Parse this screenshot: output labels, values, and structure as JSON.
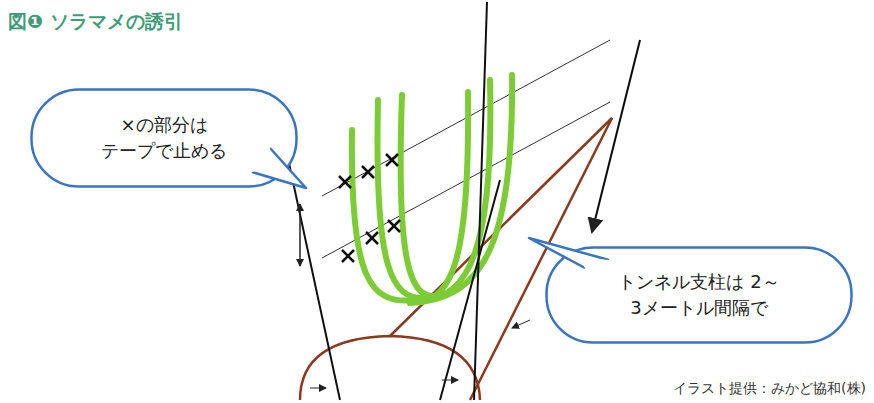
{
  "diagram": {
    "title": "図❶ ソラマメの誘引",
    "caption": "イラスト提供：みかど協和(株)",
    "nodes": [
      {
        "text": [
          "×の部分は テープで止める"
        ]
      },
      {
        "text": [
          "トンネル支柱は 2～3メートル間隔で"
        ]
      }
    ]
  }
}
